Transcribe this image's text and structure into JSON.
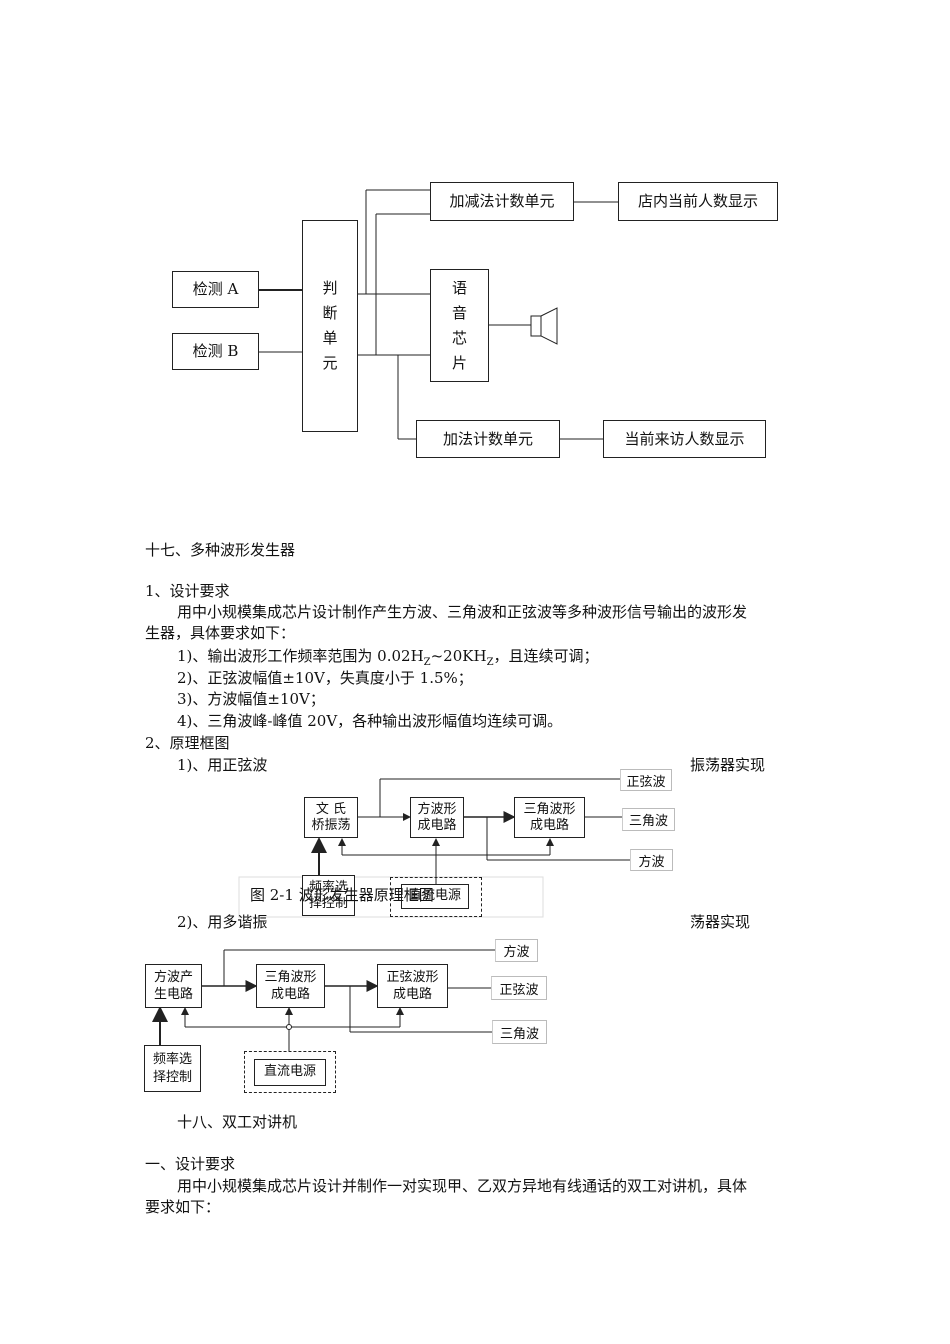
{
  "diagram1": {
    "detect_a": "检测 A",
    "detect_b": "检测 B",
    "judge": [
      "判",
      "断",
      "单",
      "元"
    ],
    "addsub_counter": "加减法计数单元",
    "store_display": "店内当前人数显示",
    "voice_chip": [
      "语",
      "音",
      "芯",
      "片"
    ],
    "add_counter": "加法计数单元",
    "visitor_display": "当前来访人数显示"
  },
  "section17": {
    "title": "十七、多种波形发生器",
    "req_heading": "1、设计要求",
    "req_intro_1": "用中小规模集成芯片设计制作产生方波、三角波和正弦波等多种波形信号输出的波形发",
    "req_intro_2": "生器，具体要求如下：",
    "item1_a": "1)、输出波形工作频率范围为 0.02H",
    "item1_sub1": "Z",
    "item1_b": "~20KH",
    "item1_sub2": "Z",
    "item1_c": "，且连续可调；",
    "item2": "2)、正弦波幅值±10V，失真度小于 1.5%；",
    "item3": "3)、方波幅值±10V；",
    "item4": "4)、三角波峰-峰值 20V，各种输出波形幅值均连续可调。",
    "diagram_heading": "2、原理框图",
    "sub1_left": "1)、用正弦波",
    "sub1_right": "振荡器实现",
    "sub2_left": "2)、用多谐振",
    "sub2_right": "荡器实现",
    "fig_caption": "图 2-1    波形发生器原理框图"
  },
  "diagram2": {
    "wien": [
      "文 氏",
      "桥振荡"
    ],
    "square_shape": [
      "方波形",
      "成电路"
    ],
    "tri_shape": [
      "三角波形",
      "成电路"
    ],
    "out_sine": "正弦波",
    "out_tri": "三角波",
    "out_square": "方波",
    "freq_ctrl": [
      "频率选",
      "择控制"
    ],
    "dc": "直流电源"
  },
  "diagram3": {
    "square_gen": [
      "方波产",
      "生电路"
    ],
    "tri_shape": [
      "三角波形",
      "成电路"
    ],
    "sine_shape": [
      "正弦波形",
      "成电路"
    ],
    "out_square": "方波",
    "out_sine": "正弦波",
    "out_tri": "三角波",
    "freq_ctrl": [
      "频率选",
      "择控制"
    ],
    "dc": "直流电源"
  },
  "section18": {
    "title": "十八、双工对讲机",
    "req_heading": "一、设计要求",
    "intro_1": "用中小规模集成芯片设计并制作一对实现甲、乙双方异地有线通话的双工对讲机，具体",
    "intro_2": "要求如下："
  }
}
